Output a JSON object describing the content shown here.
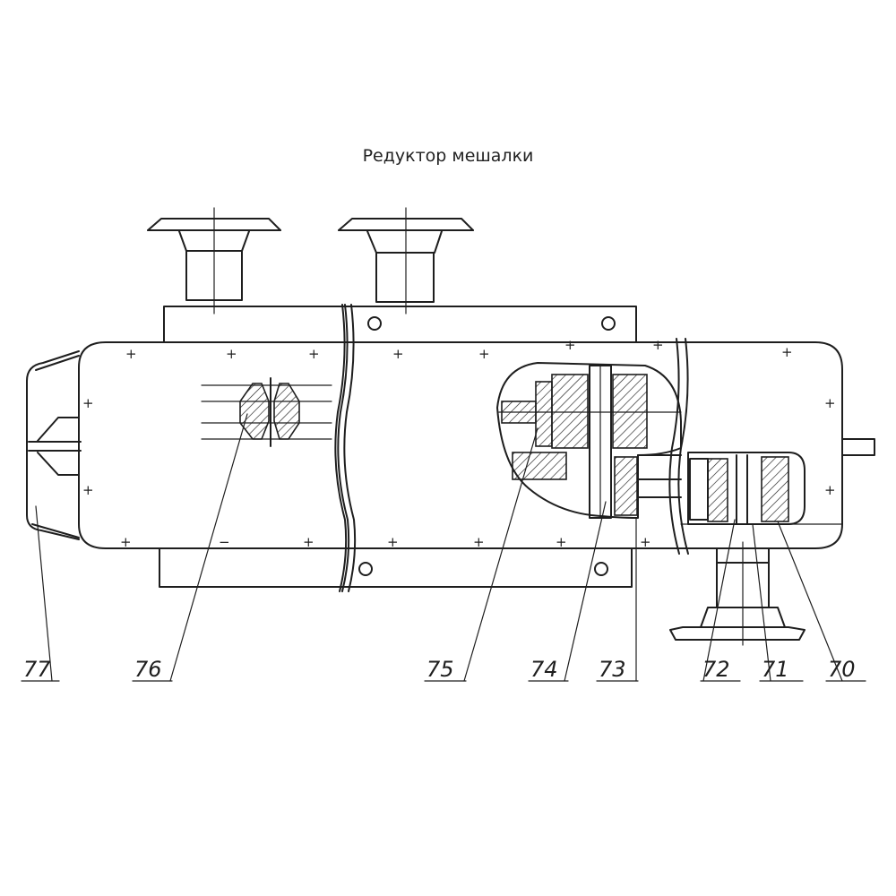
{
  "title": "Редуктор мешалки",
  "callouts": [
    {
      "id": "77",
      "label": "77"
    },
    {
      "id": "76",
      "label": "76"
    },
    {
      "id": "75",
      "label": "75"
    },
    {
      "id": "74",
      "label": "74"
    },
    {
      "id": "73",
      "label": "73"
    },
    {
      "id": "72",
      "label": "72"
    },
    {
      "id": "71",
      "label": "71"
    },
    {
      "id": "70",
      "label": "70"
    }
  ]
}
